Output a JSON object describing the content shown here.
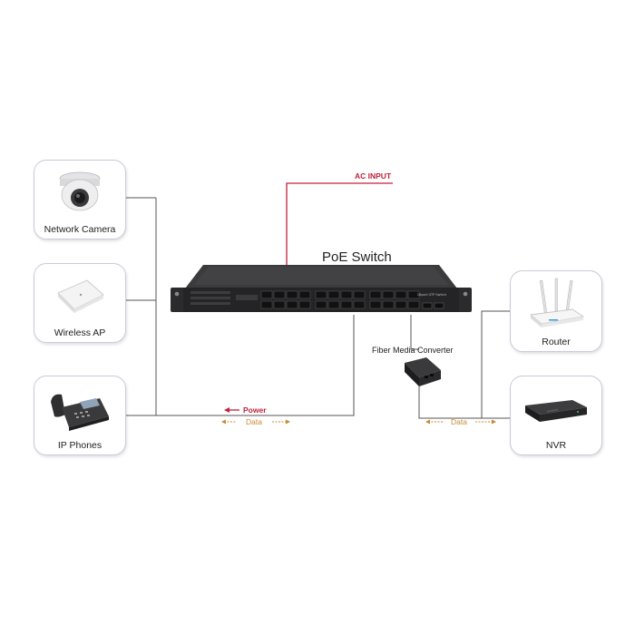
{
  "diagram": {
    "ac_input_label": "AC INPUT",
    "switch_title": "PoE Switch",
    "switch_faceplate_text": "16port GTP Switch",
    "fiber_media_converter_label": "Fiber Media Converter",
    "legend": {
      "power_label": "Power",
      "data_label": "Data"
    },
    "fiber_data_label": "Data",
    "devices": {
      "network_camera": "Network Camera",
      "wireless_ap": "Wireless AP",
      "ip_phones": "IP Phones",
      "router": "Router",
      "nvr": "NVR"
    },
    "colors": {
      "power_line": "#c0203a",
      "data_arrow": "#c98a33",
      "wire": "#444444",
      "card_border": "#c9cbd8",
      "switch_body": "#2a2a2c"
    }
  }
}
